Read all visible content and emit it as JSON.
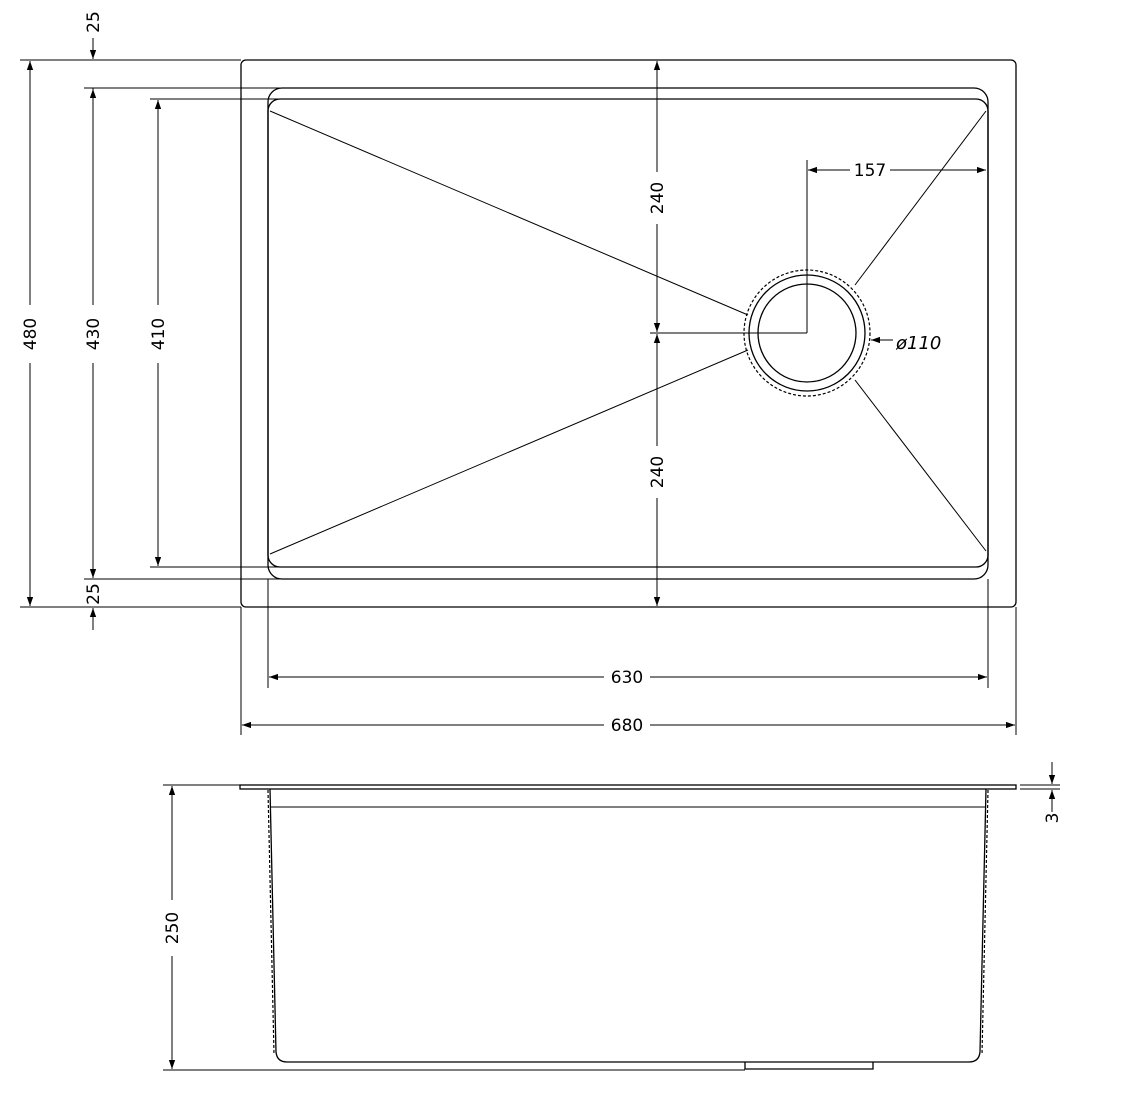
{
  "dimensions": {
    "top_flange": "25",
    "overall_depth": "480",
    "inner_depth": "430",
    "bowl_depth": "410",
    "bottom_flange": "25",
    "waste_to_top": "240",
    "waste_to_bottom": "240",
    "waste_to_side": "157",
    "waste_diameter": "ø110",
    "inner_width": "630",
    "overall_width": "680",
    "rim_thickness": "3",
    "bowl_height": "250"
  }
}
